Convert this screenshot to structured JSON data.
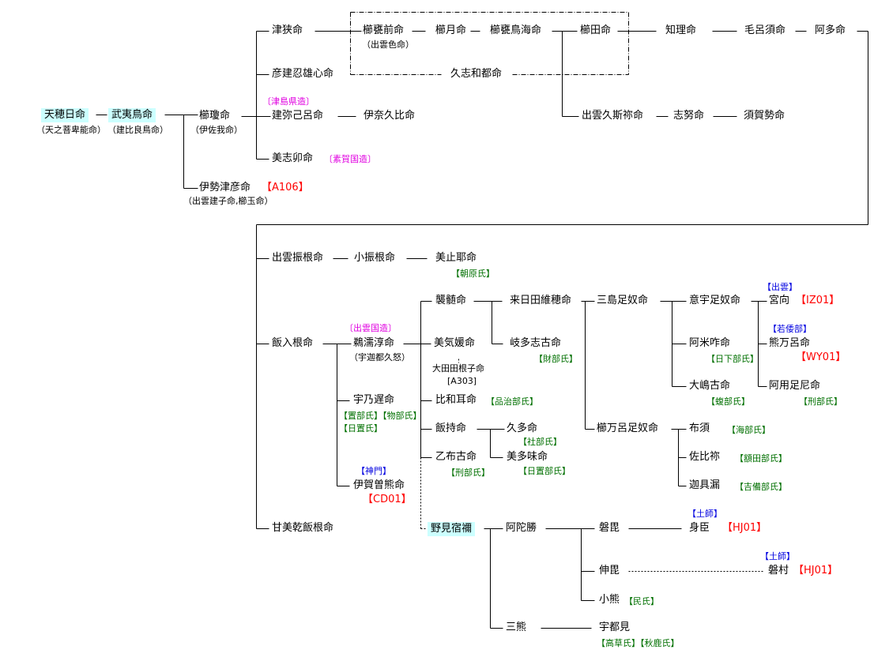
{
  "title": "天穂日命 系譜図",
  "colors": {
    "highlight_bg": "#ccffff",
    "clan_green": "#007000",
    "office_magenta": "#e000e0",
    "office_blue": "#0000e0",
    "code_red": "#ff0000"
  },
  "persons": {
    "p01": {
      "name": "天穂日命",
      "alias": "（天之菩卑能命）",
      "highlight": true
    },
    "p02": {
      "name": "武夷鳥命",
      "alias": "（建比良鳥命）",
      "highlight": true
    },
    "p03": {
      "name": "櫛瓊命",
      "alias": "（伊佐我命）"
    },
    "p04": {
      "name": "伊勢津彦命",
      "alias": "（出雲建子命,櫛玉命）",
      "code": "【A106】"
    },
    "p05": {
      "name": "津狭命"
    },
    "p06": {
      "name": "彦建忍雄心命"
    },
    "p07": {
      "name": "建弥己呂命",
      "office": "〔津島県造〕"
    },
    "p08": {
      "name": "美志卯命",
      "office": "〔素賀国造〕"
    },
    "p09": {
      "name": "伊奈久比命"
    },
    "p10": {
      "name": "櫛甕前命",
      "alias": "（出雲色命）"
    },
    "p11": {
      "name": "櫛月命"
    },
    "p12": {
      "name": "櫛甕鳥海命"
    },
    "p13": {
      "name": "久志和都命"
    },
    "p14": {
      "name": "櫛田命"
    },
    "p15": {
      "name": "知理命"
    },
    "p16": {
      "name": "毛呂須命"
    },
    "p17": {
      "name": "阿多命"
    },
    "p18": {
      "name": "出雲久斯祢命"
    },
    "p19": {
      "name": "志努命"
    },
    "p20": {
      "name": "須賀勢命"
    },
    "p21": {
      "name": "出雲振根命"
    },
    "p22": {
      "name": "小振根命"
    },
    "p23": {
      "name": "美止耶命",
      "clans": "【朝原氏】"
    },
    "p24": {
      "name": "飯入根命"
    },
    "p25": {
      "name": "鵜濡淳命",
      "alias": "（宇迦都久怒）",
      "office": "〔出雲国造〕"
    },
    "p26": {
      "name": "宇乃遅命",
      "clans": "【置部氏】【物部氏】",
      "clans2": "【日置氏】"
    },
    "p27": {
      "name": "伊賀曽熊命",
      "title_tag": "【神門】",
      "code": "【CD01】"
    },
    "p28": {
      "name": "甘美乾飯根命"
    },
    "p29": {
      "name": "襲髄命"
    },
    "p30": {
      "name": "美気媛命",
      "spouse": "大田田根子命",
      "spouse_code": "[A303]"
    },
    "p31": {
      "name": "比和耳命",
      "clans": "【品治部氏】"
    },
    "p32": {
      "name": "飯持命"
    },
    "p33": {
      "name": "乙布古命",
      "clans": "【刑部氏】"
    },
    "p34": {
      "name": "来日田維穂命"
    },
    "p35": {
      "name": "岐多志古命",
      "clans": "【財部氏】"
    },
    "p36": {
      "name": "久多命",
      "clans": "【社部氏】"
    },
    "p37": {
      "name": "美多味命",
      "clans": "【日置部氏】"
    },
    "p38": {
      "name": "三島足奴命"
    },
    "p39": {
      "name": "櫛万呂足奴命"
    },
    "p40": {
      "name": "意宇足奴命"
    },
    "p41": {
      "name": "阿米咋命",
      "clans": "【日下部氏】"
    },
    "p42": {
      "name": "大嶋古命",
      "clans": "【蝮部氏】"
    },
    "p43": {
      "name": "宮向",
      "title_tag": "【出雲】",
      "code": "【IZ01】"
    },
    "p44": {
      "name": "熊万呂命",
      "title_tag": "【若倭部】",
      "code": "【WY01】"
    },
    "p45": {
      "name": "阿用足尼命",
      "clans": "【刑部氏】"
    },
    "p46": {
      "name": "布須",
      "clans": "【海部氏】"
    },
    "p47": {
      "name": "佐比祢",
      "clans": "【額田部氏】"
    },
    "p48": {
      "name": "迦具漏",
      "clans": "【吉備部氏】"
    },
    "p49": {
      "name": "野見宿禰",
      "highlight": true
    },
    "p50": {
      "name": "阿陀勝"
    },
    "p51": {
      "name": "三熊"
    },
    "p52": {
      "name": "磐毘"
    },
    "p53": {
      "name": "伸毘"
    },
    "p54": {
      "name": "小熊",
      "clans": "【民氏】"
    },
    "p55": {
      "name": "宇都見",
      "clans": "【高草氏】【秋鹿氏】"
    },
    "p56": {
      "name": "身臣",
      "title_tag": "【土師】",
      "code": "【HJ01】"
    },
    "p57": {
      "name": "磐村",
      "title_tag": "【土師】",
      "code": "【HJ01】"
    }
  }
}
